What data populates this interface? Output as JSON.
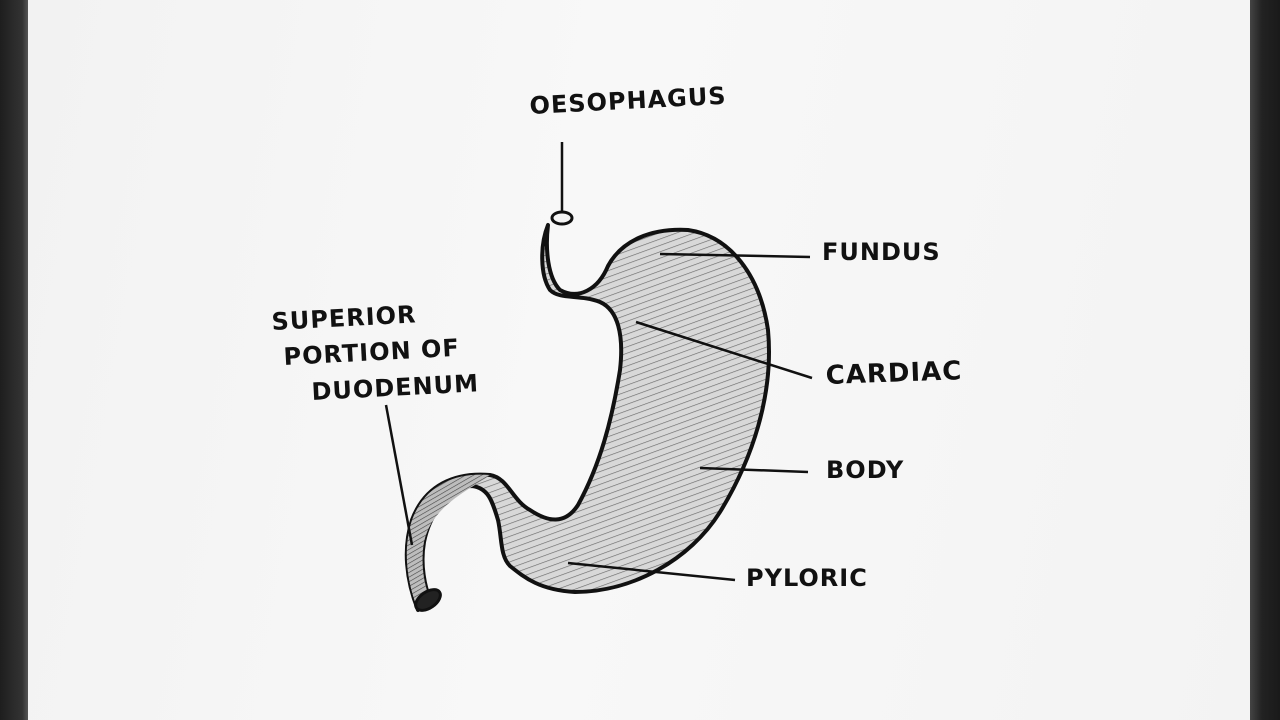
{
  "labels": {
    "oesophagus": "OESOPHAGUS",
    "fundus": "FUNDUS",
    "cardiac": "CARDIAC",
    "body": "BODY",
    "pyloric": "PYLORIC",
    "duodenum_line1": "SUPERIOR",
    "duodenum_line2": "PORTION OF",
    "duodenum_line3": "DUODENUM"
  },
  "colors": {
    "ink": "#111111",
    "paper": "#f5f5f5",
    "shading": "#cfcfcf"
  }
}
